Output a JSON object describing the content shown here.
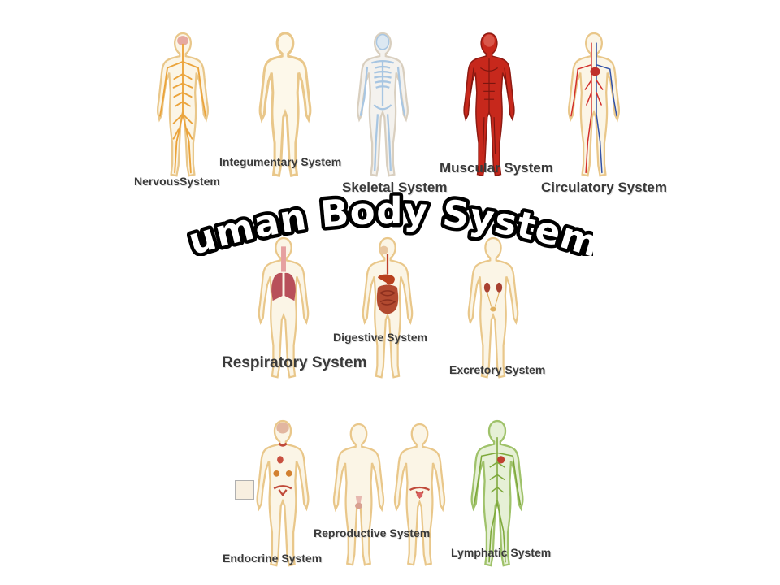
{
  "title": "Human Body Systems",
  "colors": {
    "skin": "#fbf5e6",
    "outline": "#e9c78a",
    "nerves": "#eba43c",
    "bone": "#a8c6e2",
    "muscle": "#c7281c",
    "artery": "#d3302c",
    "vein": "#3353a8",
    "organ": "#b8505a",
    "digestive": "#c0402a",
    "lymph": "#7da83a",
    "lymph_outline": "#9fc26a",
    "text": "#3a3a3a"
  },
  "figures": [
    {
      "id": "nervous",
      "icon": "nervous-system-body-icon",
      "label": "NervousSystem"
    },
    {
      "id": "integumentary",
      "icon": "integumentary-system-body-icon",
      "label": "Integumentary System"
    },
    {
      "id": "skeletal",
      "icon": "skeletal-system-body-icon",
      "label": "Skeletal System"
    },
    {
      "id": "muscular",
      "icon": "muscular-system-body-icon",
      "label": "Muscular System"
    },
    {
      "id": "circulatory",
      "icon": "circulatory-system-body-icon",
      "label": "Circulatory System"
    },
    {
      "id": "respiratory",
      "icon": "respiratory-system-body-icon",
      "label": "Respiratory System"
    },
    {
      "id": "digestive",
      "icon": "digestive-system-body-icon",
      "label": "Digestive System"
    },
    {
      "id": "excretory",
      "icon": "excretory-system-body-icon",
      "label": "Excretory System"
    },
    {
      "id": "endocrine",
      "icon": "endocrine-system-body-icon",
      "label": "Endocrine System"
    },
    {
      "id": "reproductive",
      "icon": "reproductive-system-body-icon",
      "label": "Reproductive System"
    },
    {
      "id": "lymphatic",
      "icon": "lymphatic-system-body-icon",
      "label": "Lymphatic System"
    }
  ]
}
